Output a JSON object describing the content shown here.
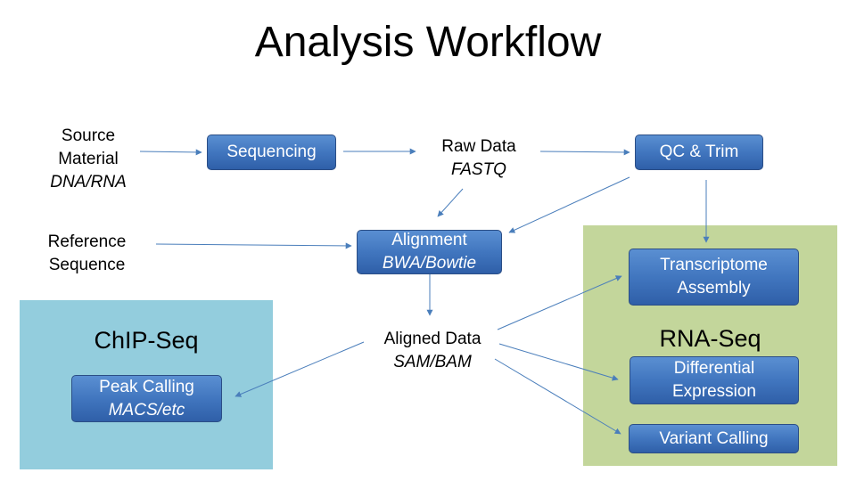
{
  "title": "Analysis Workflow",
  "colors": {
    "box_fill": "#4472C4",
    "arrow": "#4a7ebb",
    "chip_panel": "#93CDDD",
    "rna_panel": "#C3D69B"
  },
  "panels": {
    "chip": {
      "label": "ChIP-Seq"
    },
    "rna": {
      "label": "RNA-Seq"
    }
  },
  "labels": {
    "source": {
      "line1": "Source",
      "line2": "Material",
      "line3": "DNA/RNA"
    },
    "raw": {
      "line1": "Raw Data",
      "line2": "FASTQ"
    },
    "reference": {
      "line1": "Reference",
      "line2": "Sequence"
    },
    "aligned": {
      "line1": "Aligned Data",
      "line2": "SAM/BAM"
    }
  },
  "boxes": {
    "sequencing": {
      "line1": "Sequencing"
    },
    "qc": {
      "line1": "QC & Trim"
    },
    "alignment": {
      "line1": "Alignment",
      "line2": "BWA/Bowtie"
    },
    "peak": {
      "line1": "Peak Calling",
      "line2": "MACS/etc"
    },
    "transcriptome": {
      "line1": "Transcriptome",
      "line2": "Assembly"
    },
    "differential": {
      "line1": "Differential",
      "line2": "Expression"
    },
    "variant": {
      "line1": "Variant Calling"
    }
  }
}
